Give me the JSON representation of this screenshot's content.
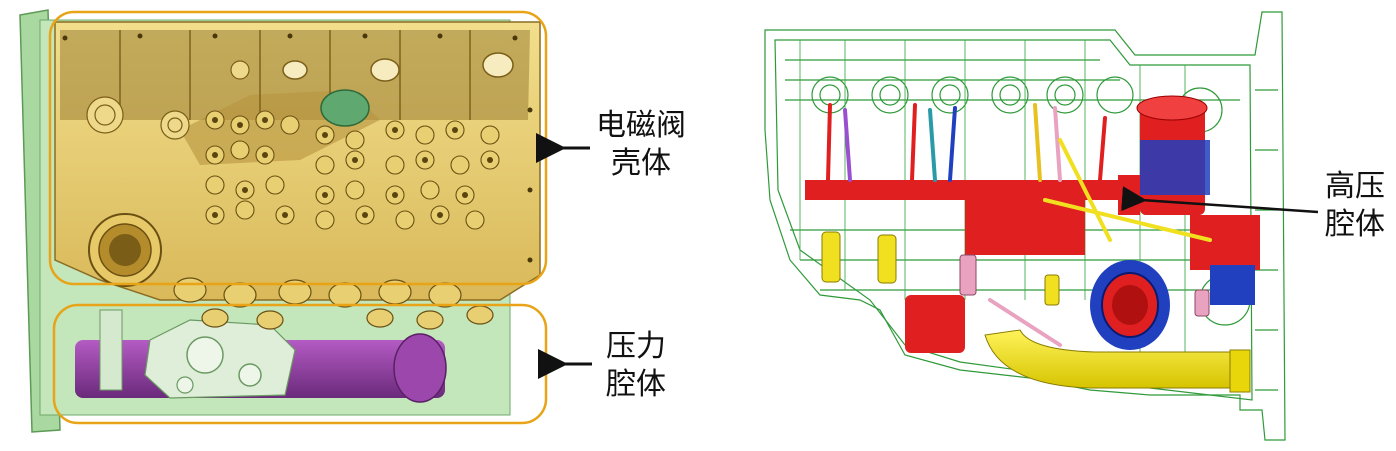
{
  "labels": {
    "solenoid_valve_housing": {
      "line1": "电磁阀",
      "line2": "壳体"
    },
    "pressure_chamber": {
      "line1": "压力",
      "line2": "腔体"
    },
    "high_pressure_chamber": {
      "line1": "高压",
      "line2": "腔体"
    }
  },
  "colors": {
    "housing_gold": "#e9d27a",
    "housing_shadow": "#8a6d23",
    "callout_orange": "#e8a317",
    "base_green": "#a9d9a0",
    "pressure_purple": "#8a3d9a",
    "wire_green": "#2f9a3a",
    "part_red": "#e02020",
    "part_blue": "#2040c0",
    "part_yellow": "#f0e020",
    "arrow_black": "#111111"
  }
}
